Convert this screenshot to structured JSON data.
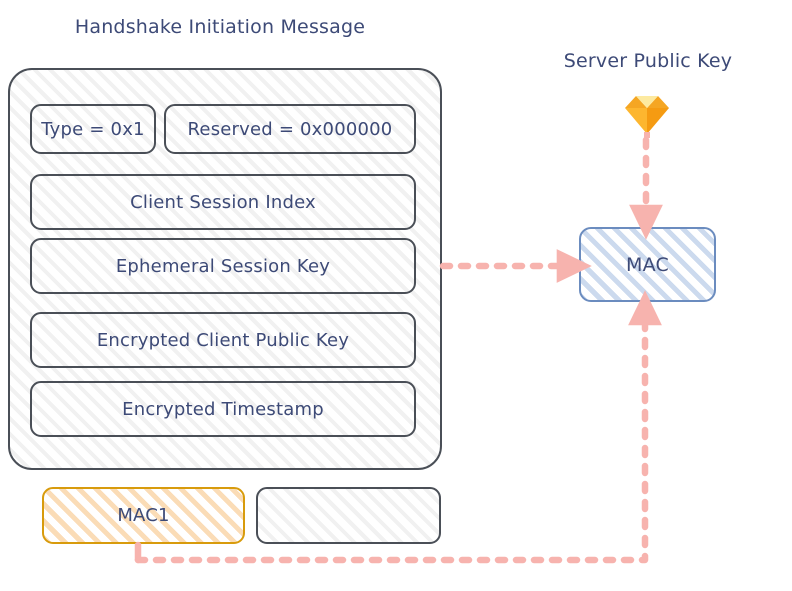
{
  "diagram": {
    "title_left": "Handshake Initiation Message",
    "title_right": "Server Public Key",
    "colors": {
      "text_navy": "#3d4a77",
      "box_border_grey": "#4a4f57",
      "mac1_border_orange": "#d89b0c",
      "mac_border_blue": "#6b8cbf",
      "arrow_pink": "#f7b3ae",
      "gem_orange": "#f5a623",
      "gem_yellow": "#fdd835",
      "background": "#ffffff"
    }
  },
  "message_packet": {
    "name": "handshake-initiation-message",
    "fields": [
      {
        "id": "type",
        "label": "Type = 0x1"
      },
      {
        "id": "reserved",
        "label": "Reserved = 0x000000"
      },
      {
        "id": "csi",
        "label": "Client Session Index"
      },
      {
        "id": "esk",
        "label": "Ephemeral Session Key"
      },
      {
        "id": "ecpk",
        "label": "Encrypted Client Public Key"
      },
      {
        "id": "ets",
        "label": "Encrypted Timestamp"
      }
    ]
  },
  "mac_fields": [
    {
      "id": "mac1",
      "label": "MAC1"
    },
    {
      "id": "mac2",
      "label": ""
    }
  ],
  "mac_block": {
    "label": "MAC"
  },
  "icons": {
    "gem": "gem-icon"
  },
  "connections": [
    {
      "id": "packet-to-mac",
      "from": "handshake-message",
      "to": "mac-block",
      "style": "dashed-arrow"
    },
    {
      "id": "serverkey-to-mac",
      "from": "server-public-key",
      "to": "mac-block",
      "style": "dashed-arrow"
    },
    {
      "id": "mac-to-mac1",
      "from": "mac-block",
      "to": "mac1-field",
      "style": "dashed-arrow"
    }
  ]
}
